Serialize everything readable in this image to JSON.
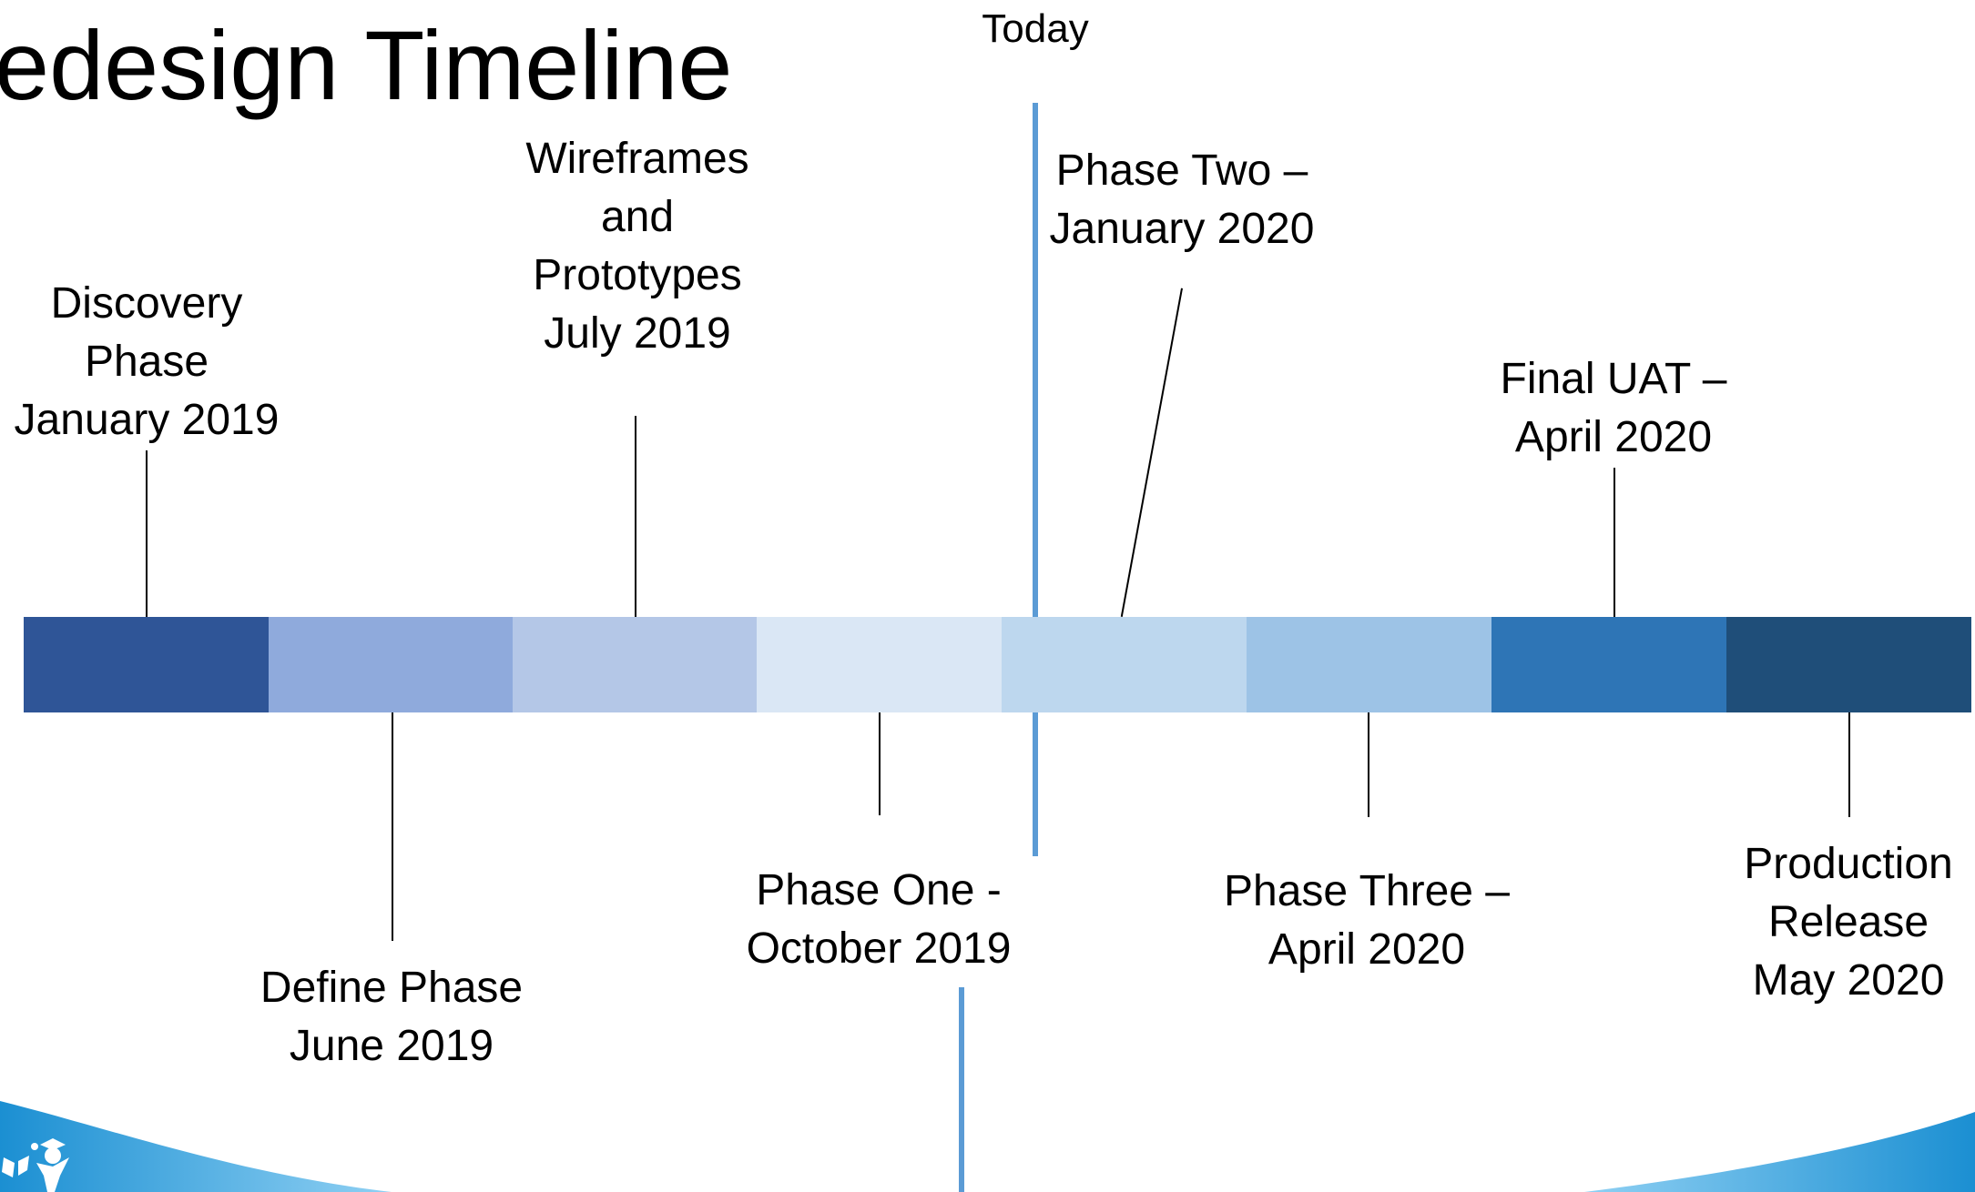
{
  "title": "edesign Timeline",
  "today_label": "Today",
  "segments": [
    {
      "name": "Discovery",
      "color": "#2f5597"
    },
    {
      "name": "Define",
      "color": "#8faadc"
    },
    {
      "name": "Wireframes",
      "color": "#b4c7e7"
    },
    {
      "name": "Phase One",
      "color": "#dae7f5"
    },
    {
      "name": "Phase Two",
      "color": "#bdd7ee"
    },
    {
      "name": "Phase Three",
      "color": "#9dc3e6"
    },
    {
      "name": "Final UAT",
      "color": "#2e75b6"
    },
    {
      "name": "Production",
      "color": "#1f4e79"
    }
  ],
  "milestones": {
    "discovery": {
      "lines": [
        "Discovery",
        "Phase",
        "January 2019"
      ]
    },
    "define": {
      "lines": [
        "Define Phase",
        "June 2019"
      ]
    },
    "wireframes": {
      "lines": [
        "Wireframes",
        "and",
        "Prototypes",
        "July 2019"
      ]
    },
    "phase_one": {
      "lines": [
        "Phase One -",
        "October 2019"
      ]
    },
    "phase_two": {
      "lines": [
        "Phase Two –",
        "January 2020"
      ]
    },
    "phase_three": {
      "lines": [
        "Phase Three –",
        "April 2020"
      ]
    },
    "final_uat": {
      "lines": [
        "Final UAT –",
        "April 2020"
      ]
    },
    "production": {
      "lines": [
        "Production",
        "Release",
        "May  2020"
      ]
    }
  },
  "colors": {
    "today_line": "#5b9bd5",
    "footer_wave": "#1b8fd2",
    "footer_wave_light": "#6ec1ee"
  },
  "icons": [
    "logo-icon"
  ]
}
